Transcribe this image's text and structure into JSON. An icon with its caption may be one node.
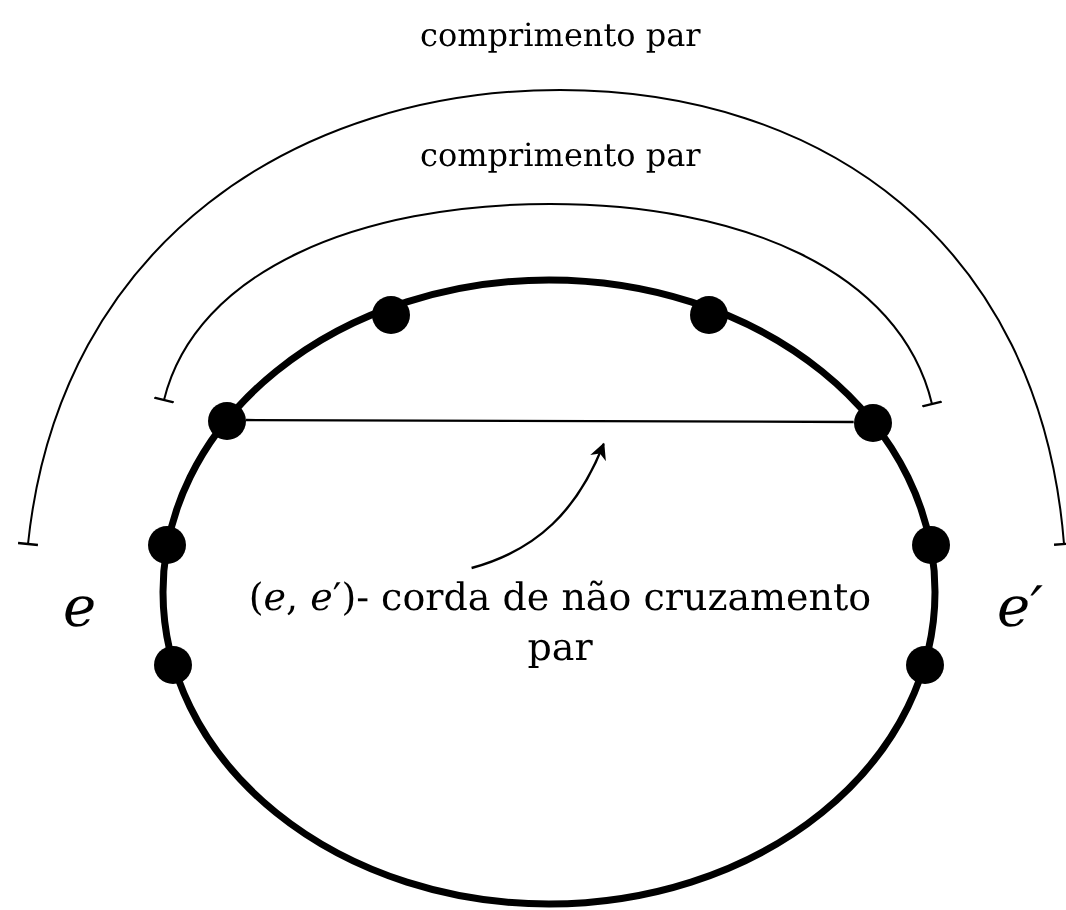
{
  "diagram": {
    "nodes": [
      {
        "text": [],
        "shape": "circle"
      },
      {
        "text": [],
        "shape": "circle"
      },
      {
        "text": [],
        "shape": "circle"
      },
      {
        "text": [],
        "shape": "circle"
      },
      {
        "text": [],
        "shape": "circle"
      },
      {
        "text": [],
        "shape": "circle"
      },
      {
        "text": [],
        "shape": "circle"
      },
      {
        "text": [],
        "shape": "circle"
      },
      {
        "text": [
          "(*e*, *e*′)- corda de não cruzamento par"
        ]
      }
    ],
    "edges": [
      {
        "from": 2,
        "to": 3,
        "arrow": "none"
      },
      {
        "from": 8,
        "to": null,
        "arrow": "to"
      }
    ],
    "labels": [
      "comprimento par",
      "comprimento par",
      "e",
      "e′"
    ]
  }
}
